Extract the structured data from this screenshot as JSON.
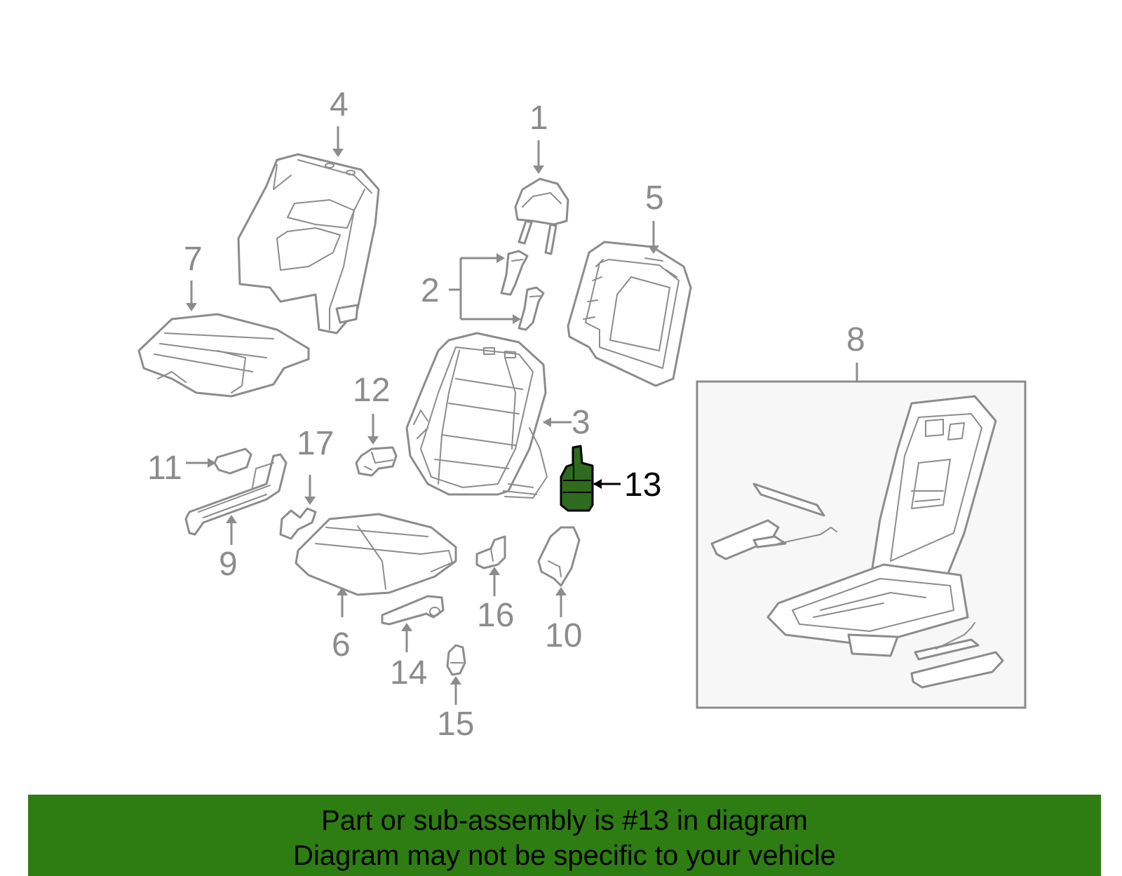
{
  "diagram": {
    "callouts": {
      "c1": "1",
      "c2": "2",
      "c3": "3",
      "c4": "4",
      "c5": "5",
      "c6": "6",
      "c7": "7",
      "c8": "8",
      "c9": "9",
      "c10": "10",
      "c11": "11",
      "c12": "12",
      "c13": "13",
      "c14": "14",
      "c15": "15",
      "c16": "16",
      "c17": "17"
    },
    "highlighted_part": "13",
    "colors": {
      "line_art": "#8c8c8c",
      "highlight_fill": "#2e6b1e",
      "highlight_callout": "#000000",
      "inset_background": "#f7f7f7",
      "banner_background": "#2e7d12"
    }
  },
  "banner": {
    "line1": "Part or sub-assembly is #13 in diagram",
    "line2": "Diagram may not be specific to your vehicle"
  }
}
